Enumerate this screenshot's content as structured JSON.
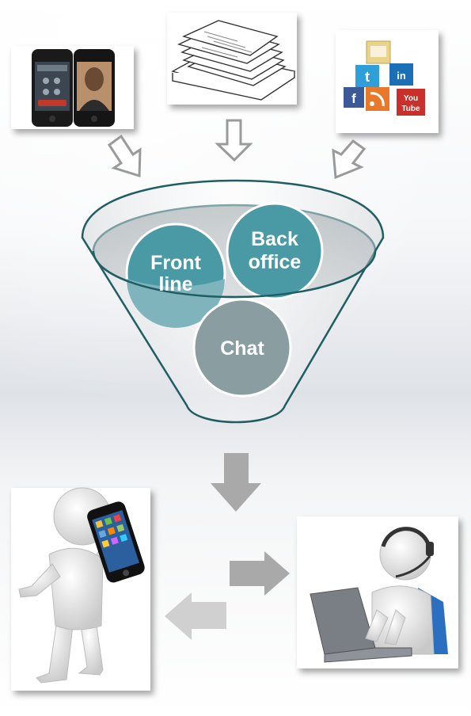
{
  "funnel_labels": {
    "front_line_1": "Front",
    "front_line_2": "line",
    "back_office_1": "Back",
    "back_office_2": "office",
    "chat": "Chat"
  },
  "inputs": [
    {
      "icon": "smartphone-icon"
    },
    {
      "icon": "paper-stack-icon"
    },
    {
      "icon": "social-media-cubes-icon"
    }
  ],
  "outputs": [
    {
      "icon": "person-on-phone-icon"
    },
    {
      "icon": "agent-with-headset-icon"
    }
  ],
  "colors": {
    "teal_dark": "#1f5e63",
    "circle_teal": "#4a9aa6",
    "circle_teal_light": "#7fb4bd",
    "circle_gray": "#8a9ea2",
    "arrow_gray": "#a9a9a9",
    "background_top": "#ffffff",
    "background_mid": "#e6e8ec"
  }
}
